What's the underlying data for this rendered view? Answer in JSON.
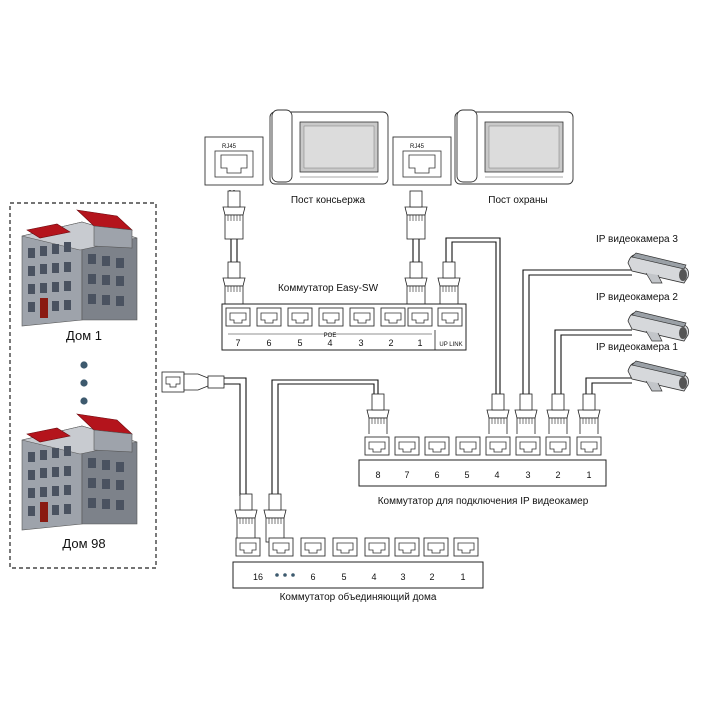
{
  "houses": {
    "first_label": "Дом 1",
    "last_label": "Дом 98"
  },
  "posts": {
    "concierge": {
      "label": "Пост консьержа",
      "socket_label": "RJ45"
    },
    "security": {
      "label": "Пост охраны",
      "socket_label": "RJ45"
    }
  },
  "switch_easy": {
    "label": "Коммутатор Easy-SW",
    "poe_label": "POE",
    "uplink_label": "UP LINK",
    "ports": [
      "7",
      "6",
      "5",
      "4",
      "3",
      "2",
      "1"
    ]
  },
  "switch_cameras": {
    "label": "Коммутатор для подключения IP видеокамер",
    "ports": [
      "8",
      "7",
      "6",
      "5",
      "4",
      "3",
      "2",
      "1"
    ]
  },
  "switch_houses": {
    "label": "Коммутатор объединяющий дома",
    "ports": [
      "16",
      "6",
      "5",
      "4",
      "3",
      "2",
      "1"
    ]
  },
  "cameras": [
    {
      "label": "IP видеокамера 3"
    },
    {
      "label": "IP видеокамера 2"
    },
    {
      "label": "IP видеокамера 1"
    }
  ],
  "colors": {
    "roof": "#b4141c",
    "wall": "#9ea3ab",
    "wall_dark": "#6d727a",
    "window": "#4a5260",
    "monitor_screen": "#c9c9c9",
    "dot": "#3d5a6e",
    "line": "#111111"
  }
}
